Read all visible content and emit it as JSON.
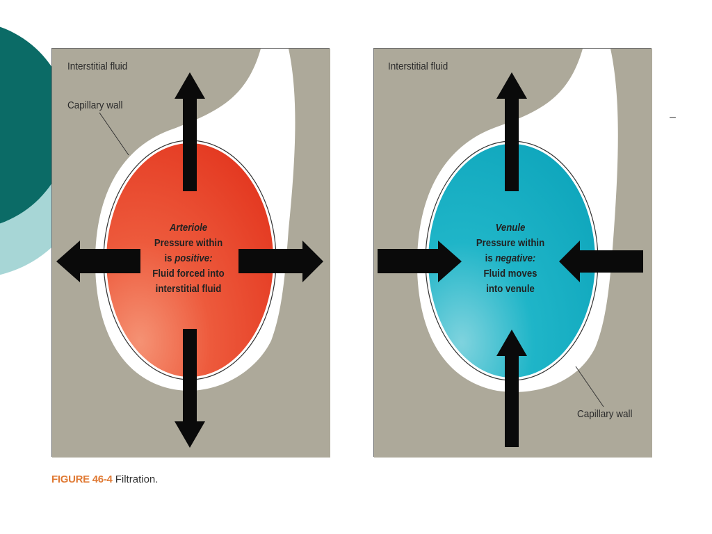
{
  "left_panel": {
    "interstitial_label": "Interstitial fluid",
    "wall_label": "Capillary wall",
    "vessel_title": "Arteriole",
    "line1": "Pressure within",
    "line2_prefix": "is ",
    "line2_em": "positive:",
    "line3": "Fluid forced into",
    "line4": "interstitial fluid",
    "vessel_color": "#e8442a"
  },
  "right_panel": {
    "interstitial_label": "Interstitial fluid",
    "wall_label": "Capillary wall",
    "vessel_title": "Venule",
    "line1": "Pressure within",
    "line2_prefix": "is ",
    "line2_em": "negative:",
    "line3": "Fluid moves",
    "line4": "into venule",
    "vessel_color": "#1bb0c4"
  },
  "caption": {
    "figure_label": "FIGURE 46-4",
    "text": " Filtration."
  },
  "stray_mark": "–",
  "colors": {
    "interstitial": "#ada99a",
    "deco_dark": "#0b6b66",
    "deco_light": "#9fd2d2"
  }
}
